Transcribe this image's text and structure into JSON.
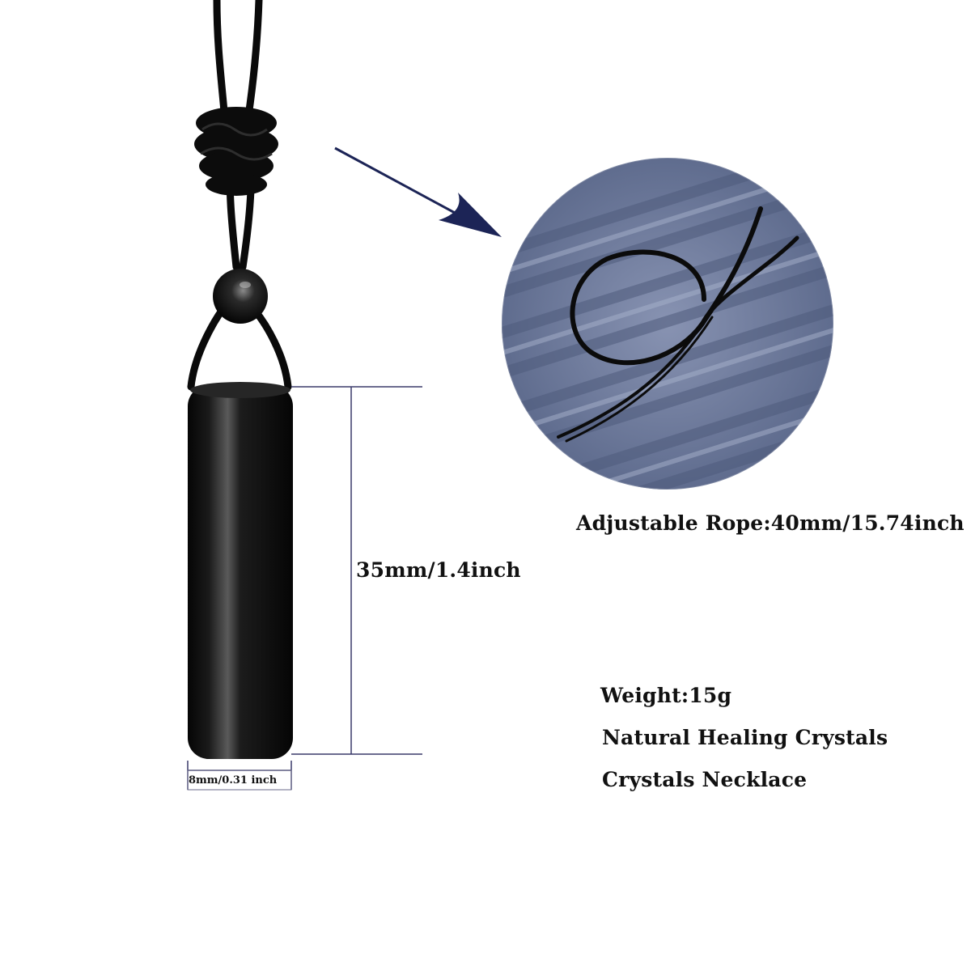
{
  "dimensions": {
    "length_label": "35mm/1.4inch",
    "width_label": "8mm/0.31 inch"
  },
  "rope": {
    "label": "Adjustable Rope:40mm/15.74inch"
  },
  "specs": [
    "Weight:15g",
    "Natural Healing Crystals",
    "Crystals Necklace"
  ],
  "colors": {
    "background": "#ffffff",
    "pendant": "#0b0b0b",
    "measure_line": "#3a3a6a",
    "arrow": "#1c2456",
    "closeup_backdrop": "#7b88a8"
  },
  "icons": {
    "arrow": "diagonal-arrow-icon"
  }
}
